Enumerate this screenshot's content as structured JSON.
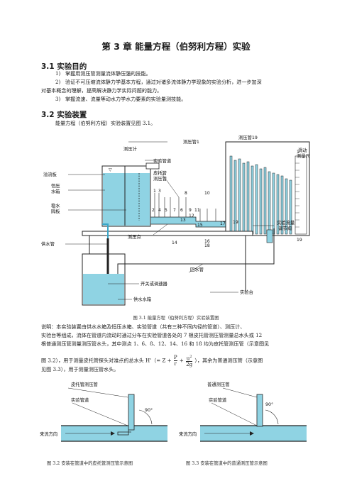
{
  "chapter_title": "第 3 章  能量方程（伯努利方程）实验",
  "section1": {
    "heading": "3.1  实验目的",
    "items": [
      {
        "num": "1)",
        "text": "掌握用测压管测量流体静压强的技能。"
      },
      {
        "num": "2)",
        "text": "验证不可压缩流体静力学基本方程，通过对诸多流体静力学现象的实验分析，进一步加深"
      },
      {
        "num": "",
        "text": "对基本概念的理解，提高解决静力学实际问题的能力。"
      },
      {
        "num": "3)",
        "text": "掌握流速、流量等动水力学水力要素的实验量测技能。"
      }
    ]
  },
  "section2": {
    "heading": "3.2  实验装置",
    "intro": "能量方程（伯努利方程）实验装置见图 3.1。"
  },
  "figure1": {
    "labels": {
      "overflow": "溢流板",
      "tank1": "恒压",
      "tank2": "水箱",
      "stab1": "稳水",
      "stab2": "隔板",
      "test_pipe": "实验管道",
      "pitot1": "皮托管",
      "pitot2": "测压管",
      "piezometer": "测压计",
      "tube19": "测压管19",
      "tube1": "测压管1",
      "scale1": "滑动",
      "scale2": "测量尺",
      "point": "测压点",
      "valve1": "实验流量",
      "valve2": "调节阀",
      "supply": "供水管",
      "switch": "开关或调速器",
      "return": "回水管",
      "bench": "实验台",
      "sump": "供水水箱"
    },
    "numbers": [
      "1",
      "3",
      "2",
      "4",
      "5",
      "7",
      "6",
      "8",
      "9",
      "10",
      "11",
      "12",
      "13",
      "15",
      "17",
      "19",
      "14",
      "16",
      "18",
      "1",
      "19"
    ],
    "caption": "图 3.1  能量方程（伯努利方程）实验装置图"
  },
  "explanation": {
    "lines": [
      "说明：本实验装置由供水水箱及恒压水箱、实验管道（共有三种不同内径的管道）、测压计、",
      "实验台等组成，流体在管道内流动时通过分布在实验管道各处的 7 根皮托管测压管测量总水头或 12",
      "根普通测压管测量测压管水头，其中测点 1、6、8、12、14、16 和 18 均为皮托管测压管（示意图见",
      "图 3.2），用于测量皮托管探头对准点的总水头 H'（= Z +",
      "），其余为普通测压管（示意图",
      "见图 3.3），用于测量测压管水头。"
    ],
    "formula": {
      "p": "P",
      "r": "r",
      "u2": "u",
      "sup": "2",
      "g": "2g"
    }
  },
  "figure2": {
    "label_top": "皮托管测压管",
    "label_pipe": "实验管道",
    "label_flow": "来流方向",
    "angle": "90°",
    "caption": "图 3.2  安装在管道中的皮托管测压管示意图"
  },
  "figure3": {
    "label_top": "普通测压管",
    "label_pipe": "实验管道",
    "label_flow": "来流方向",
    "angle": "90°",
    "caption": "图 3.3  安装在管道中的普通测压管示意图"
  },
  "colors": {
    "water": "#8fd3e3",
    "water_dark": "#3aa6c8",
    "line": "#222222"
  }
}
